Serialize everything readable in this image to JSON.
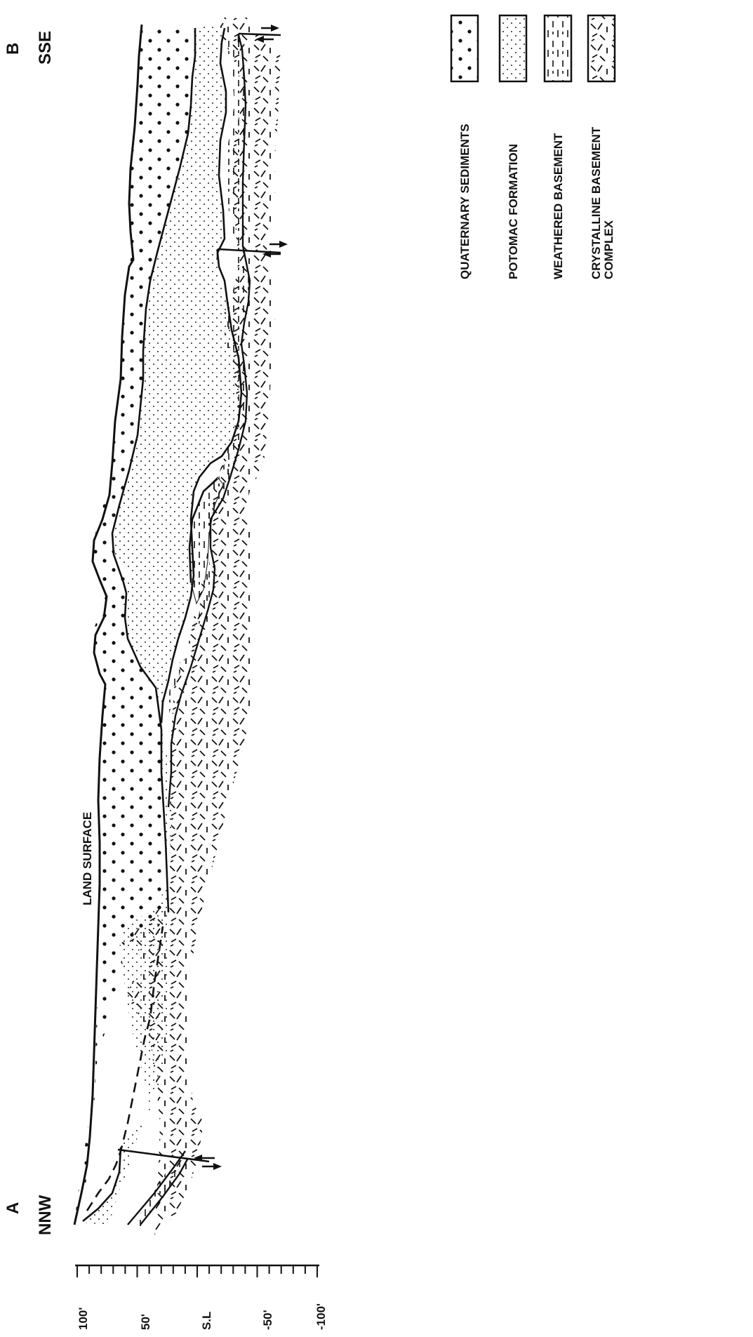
{
  "section": {
    "start_label": "A",
    "start_direction": "NNW",
    "end_label": "B",
    "end_direction": "SSE",
    "land_surface_label": "LAND SURFACE"
  },
  "scale": {
    "ticks": [
      "100'",
      "50'",
      "S.L",
      "-50'",
      "-100'"
    ]
  },
  "legend": {
    "items": [
      {
        "id": "quaternary",
        "label": "QUATERNARY SEDIMENTS"
      },
      {
        "id": "potomac",
        "label": "POTOMAC FORMATION"
      },
      {
        "id": "weathered",
        "label": "WEATHERED BASEMENT"
      },
      {
        "id": "crystalline",
        "label_line1": "CRYSTALLINE BASEMENT",
        "label_line2": "COMPLEX"
      }
    ]
  }
}
